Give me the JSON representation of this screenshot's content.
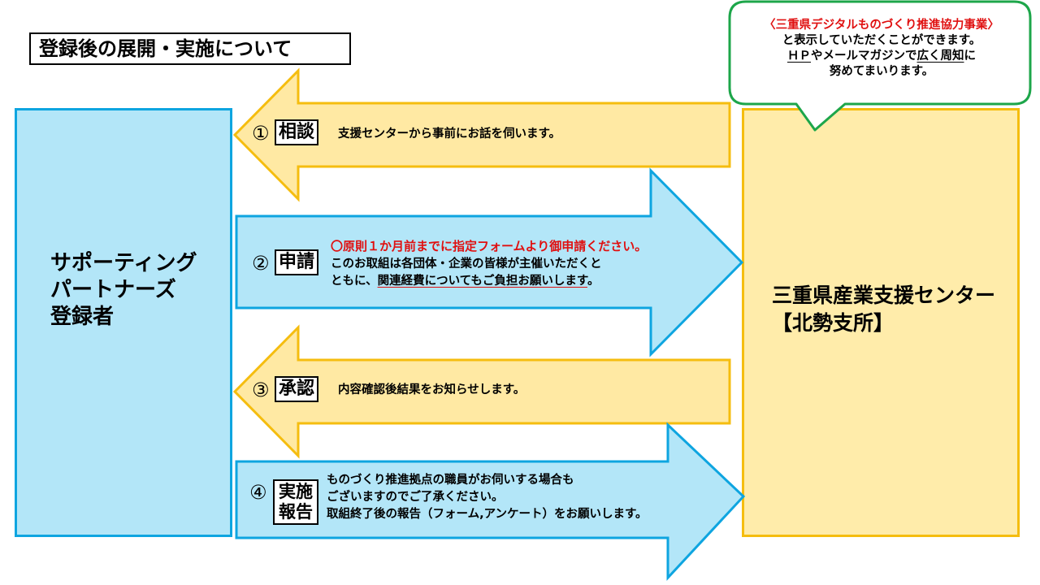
{
  "title": "登録後の展開・実施について",
  "partner": {
    "label": "サポーティング\nパートナーズ\n登録者"
  },
  "center": {
    "name": "三重県産業支援センター",
    "branch": "【北勢支所】"
  },
  "bubble": {
    "line1": "〈三重県デジタルものづくり推進協力事業〉",
    "line2": "と表示していただくことができます。",
    "line3_part1": "ＨＰ",
    "line3_part2": "やメールマガジンで",
    "line3_part3": "広く周知",
    "line3_part4": "に",
    "line4": "努めてまいります。"
  },
  "steps": [
    {
      "num": "①",
      "label": "相談",
      "lines": [
        "支援センターから事前にお話を伺います。"
      ]
    },
    {
      "num": "②",
      "label": "申請",
      "highlight": "〇原則１か月前までに指定フォームより御申請ください。",
      "line2": "このお取組は各団体・企業の皆様が主催いただくと",
      "line3_prefix": "ともに、",
      "line3_underlined": "関連経費についてもご負担お願いします",
      "line3_suffix": "。"
    },
    {
      "num": "③",
      "label": "承認",
      "lines": [
        "内容確認後結果をお知らせします。"
      ]
    },
    {
      "num": "④",
      "label_line1": "実施",
      "label_line2": "報告",
      "lines": [
        "ものづくり推進拠点の職員がお伺いする場合も",
        "ございますのでご了承ください。",
        "取組終了後の報告（フォーム,アンケート）をお願いします。"
      ]
    }
  ],
  "colors": {
    "partner_fill": "#b3e6f8",
    "partner_border": "#0ea5e0",
    "center_fill": "#ffecaa",
    "center_border": "#f5bd0f",
    "bubble_border": "#1da64a",
    "accent_red": "#e01010"
  }
}
